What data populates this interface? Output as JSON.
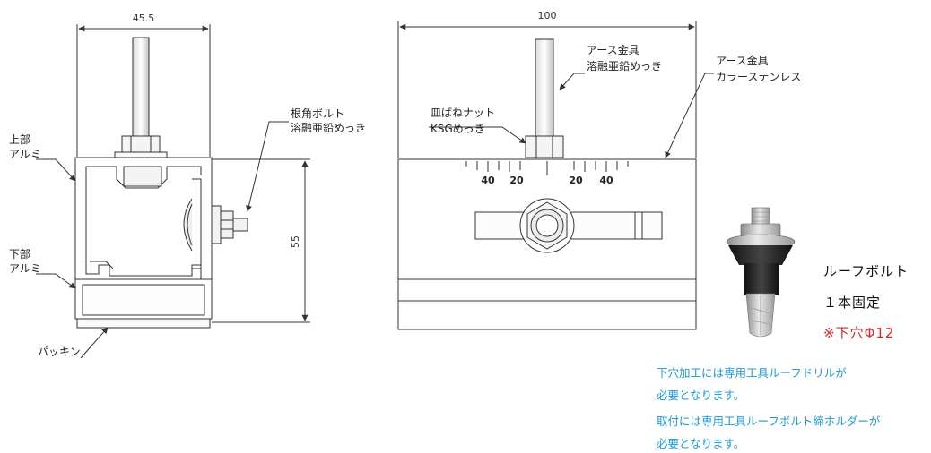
{
  "dimensions": {
    "left_width": "45.5",
    "right_width": "100",
    "height": "55"
  },
  "left_labels": {
    "upper_line1": "上部",
    "upper_line2": "アルミ",
    "lower_line1": "下部",
    "lower_line2": "アルミ",
    "packing": "パッキン",
    "bolt_line1": "根角ボルト",
    "bolt_line2": "溶融亜鉛めっき"
  },
  "right_labels": {
    "earth1_line1": "アース金具",
    "earth1_line2": "溶融亜鉛めっき",
    "earth2_line1": "アース金具",
    "earth2_line2": "カラーステンレス",
    "nut_line1": "皿ばねナット",
    "nut_line2": "KSGめっき"
  },
  "scale_marks": [
    "40",
    "20",
    "20",
    "40"
  ],
  "product": {
    "name": "ルーフボルト",
    "fix": "１本固定",
    "hole": "※下穴Φ12"
  },
  "notes": [
    "下穴加工には専用工具ルーフドリルが",
    "必要となります。",
    "取付には専用工具ルーフボルト締ホルダーが",
    "必要となります。"
  ],
  "colors": {
    "line": "#333333",
    "note_text": "#1b9ad6",
    "hole_text": "#d42a2a"
  }
}
